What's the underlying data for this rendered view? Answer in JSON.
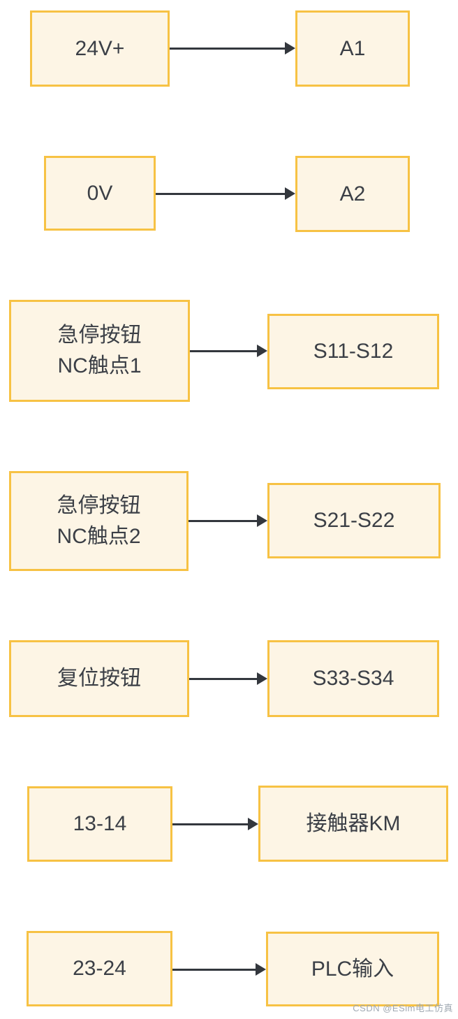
{
  "colors": {
    "box_fill": "#fdf5e5",
    "box_border": "#f7c244",
    "text": "#3b3f46",
    "arrow": "#33373d",
    "watermark": "#a0a9b2",
    "page_bg": "#ffffff"
  },
  "diagram": {
    "type": "mapping-flow",
    "rows": [
      {
        "source": "24V+",
        "target": "A1"
      },
      {
        "source": "0V",
        "target": "A2"
      },
      {
        "source": "急停按钮\nNC触点1",
        "target": "S11-S12"
      },
      {
        "source": "急停按钮\nNC触点2",
        "target": "S21-S22"
      },
      {
        "source": "复位按钮",
        "target": "S33-S34"
      },
      {
        "source": "13-14",
        "target": "接触器KM"
      },
      {
        "source": "23-24",
        "target": "PLC输入"
      }
    ]
  },
  "watermark": "CSDN @ESim电工仿真"
}
